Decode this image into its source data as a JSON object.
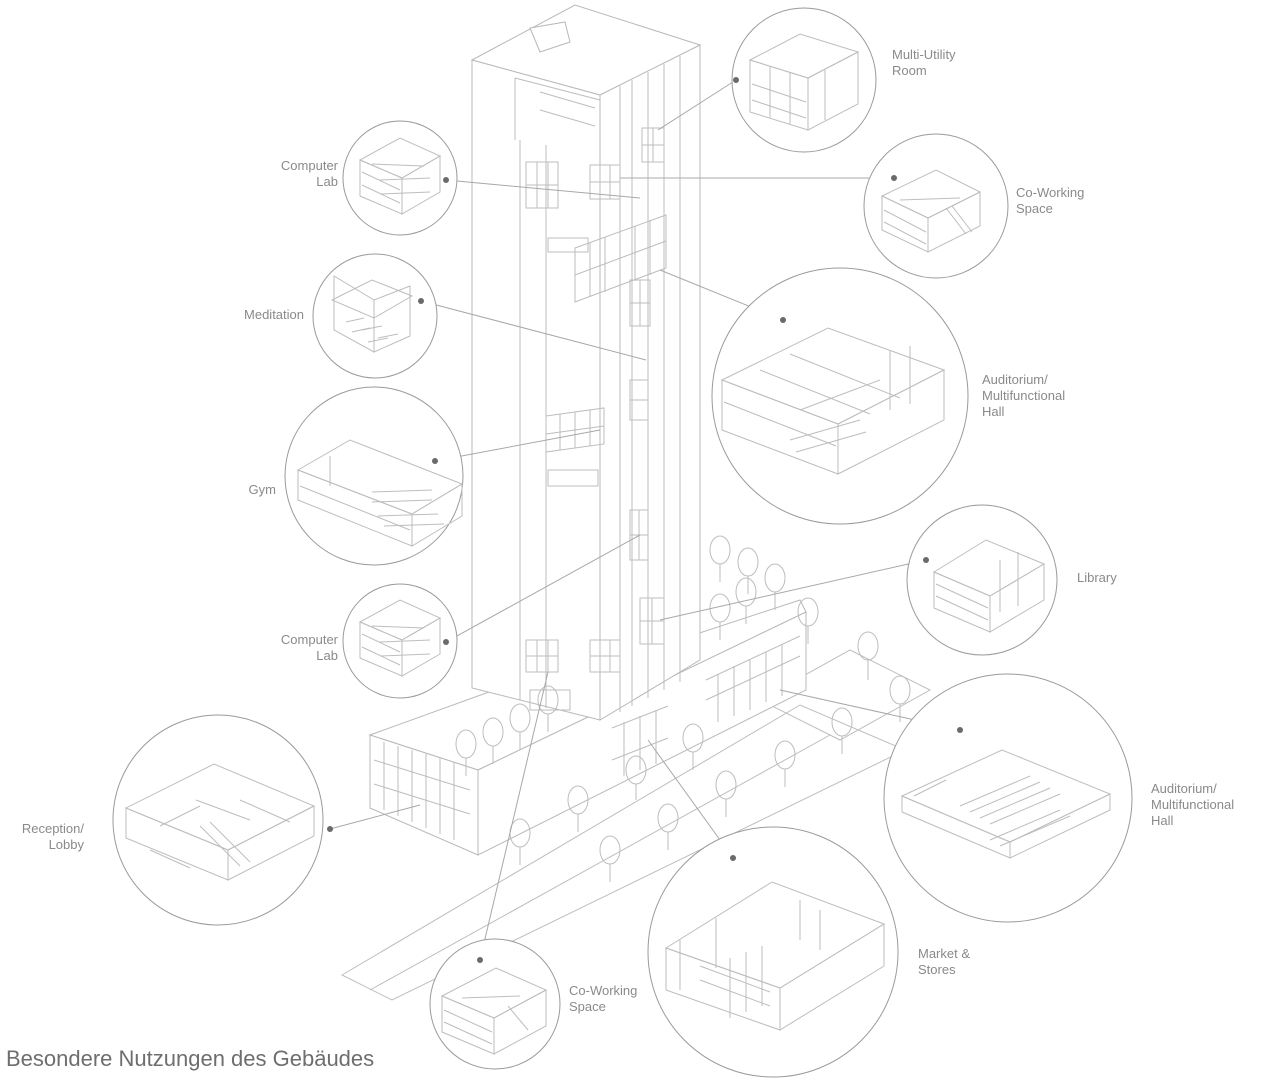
{
  "title": "Besondere Nutzungen des Gebäudes",
  "callouts": [
    {
      "id": "multi-utility-room",
      "label": "Multi-Utility\nRoom"
    },
    {
      "id": "computer-lab-top",
      "label": "Computer\nLab"
    },
    {
      "id": "co-working-space-top",
      "label": "Co-Working\nSpace"
    },
    {
      "id": "meditation",
      "label": "Meditation"
    },
    {
      "id": "auditorium-upper",
      "label": "Auditorium/\nMultifunctional\nHall"
    },
    {
      "id": "gym",
      "label": "Gym"
    },
    {
      "id": "library",
      "label": "Library"
    },
    {
      "id": "computer-lab-lower",
      "label": "Computer\nLab"
    },
    {
      "id": "auditorium-lower",
      "label": "Auditorium/\nMultifunctional\nHall"
    },
    {
      "id": "reception-lobby",
      "label": "Reception/\nLobby"
    },
    {
      "id": "market-stores",
      "label": "Market &\nStores"
    },
    {
      "id": "co-working-space-bottom",
      "label": "Co-Working\nSpace"
    }
  ]
}
